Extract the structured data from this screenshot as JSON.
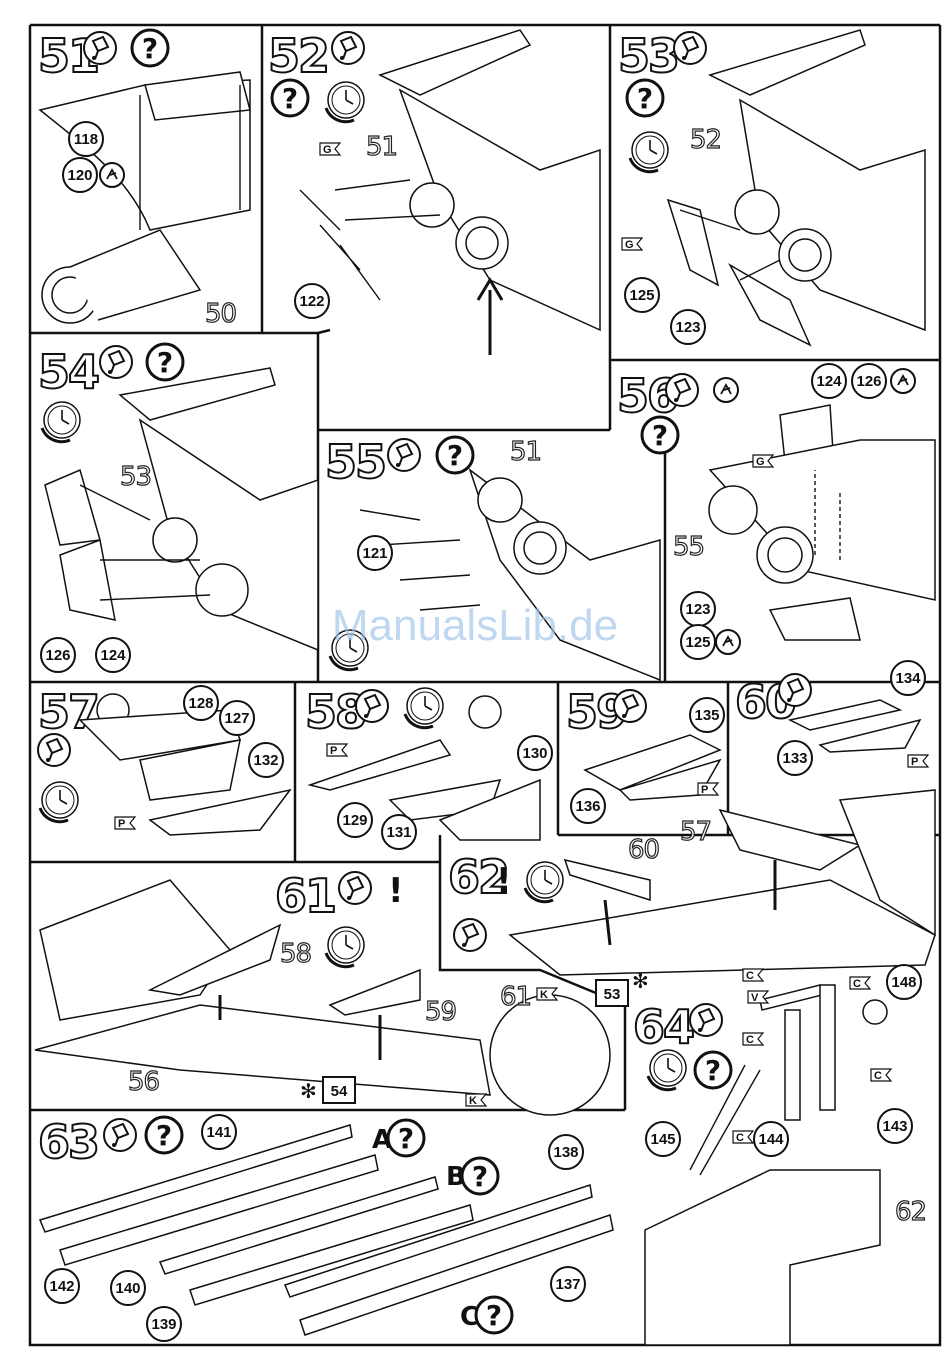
{
  "steps": {
    "s51": {
      "number": "51",
      "parts": [
        "118",
        "120"
      ],
      "refs": [
        "50"
      ]
    },
    "s52": {
      "number": "52",
      "parts": [
        "122"
      ],
      "refs": [
        "51"
      ]
    },
    "s53": {
      "number": "53",
      "parts": [
        "125",
        "123"
      ],
      "refs": [
        "52"
      ]
    },
    "s54": {
      "number": "54",
      "parts": [
        "126",
        "124"
      ],
      "refs": [
        "53"
      ]
    },
    "s55": {
      "number": "55",
      "parts": [
        "121"
      ],
      "refs": [
        "51"
      ]
    },
    "s56": {
      "number": "56",
      "parts": [
        "124",
        "126",
        "123",
        "125"
      ],
      "refs": [
        "55"
      ]
    },
    "s57": {
      "number": "57",
      "parts": [
        "128",
        "127",
        "132"
      ]
    },
    "s58": {
      "number": "58",
      "parts": [
        "130",
        "129",
        "131"
      ]
    },
    "s59": {
      "number": "59",
      "parts": [
        "135",
        "136"
      ]
    },
    "s60": {
      "number": "60",
      "parts": [
        "134",
        "133"
      ]
    },
    "s61": {
      "number": "61",
      "mark": "!",
      "refs": [
        "58",
        "59",
        "56"
      ],
      "box": "54"
    },
    "s62": {
      "number": "62",
      "mark": "!",
      "refs": [
        "60",
        "57",
        "61"
      ],
      "box": "53"
    },
    "s63": {
      "number": "63",
      "parts": [
        "141",
        "138",
        "142",
        "140",
        "139",
        "137"
      ],
      "variants": [
        "A",
        "B",
        "C"
      ]
    },
    "s64": {
      "number": "64",
      "parts": [
        "148",
        "143",
        "145",
        "144"
      ],
      "refs": [
        "62"
      ]
    }
  },
  "flags": {
    "g": "G",
    "p": "P",
    "k": "K",
    "c": "C",
    "v": "V"
  },
  "symbols": {
    "question": "?",
    "asterisk": "✻"
  },
  "watermark": "ManualsLib.de"
}
